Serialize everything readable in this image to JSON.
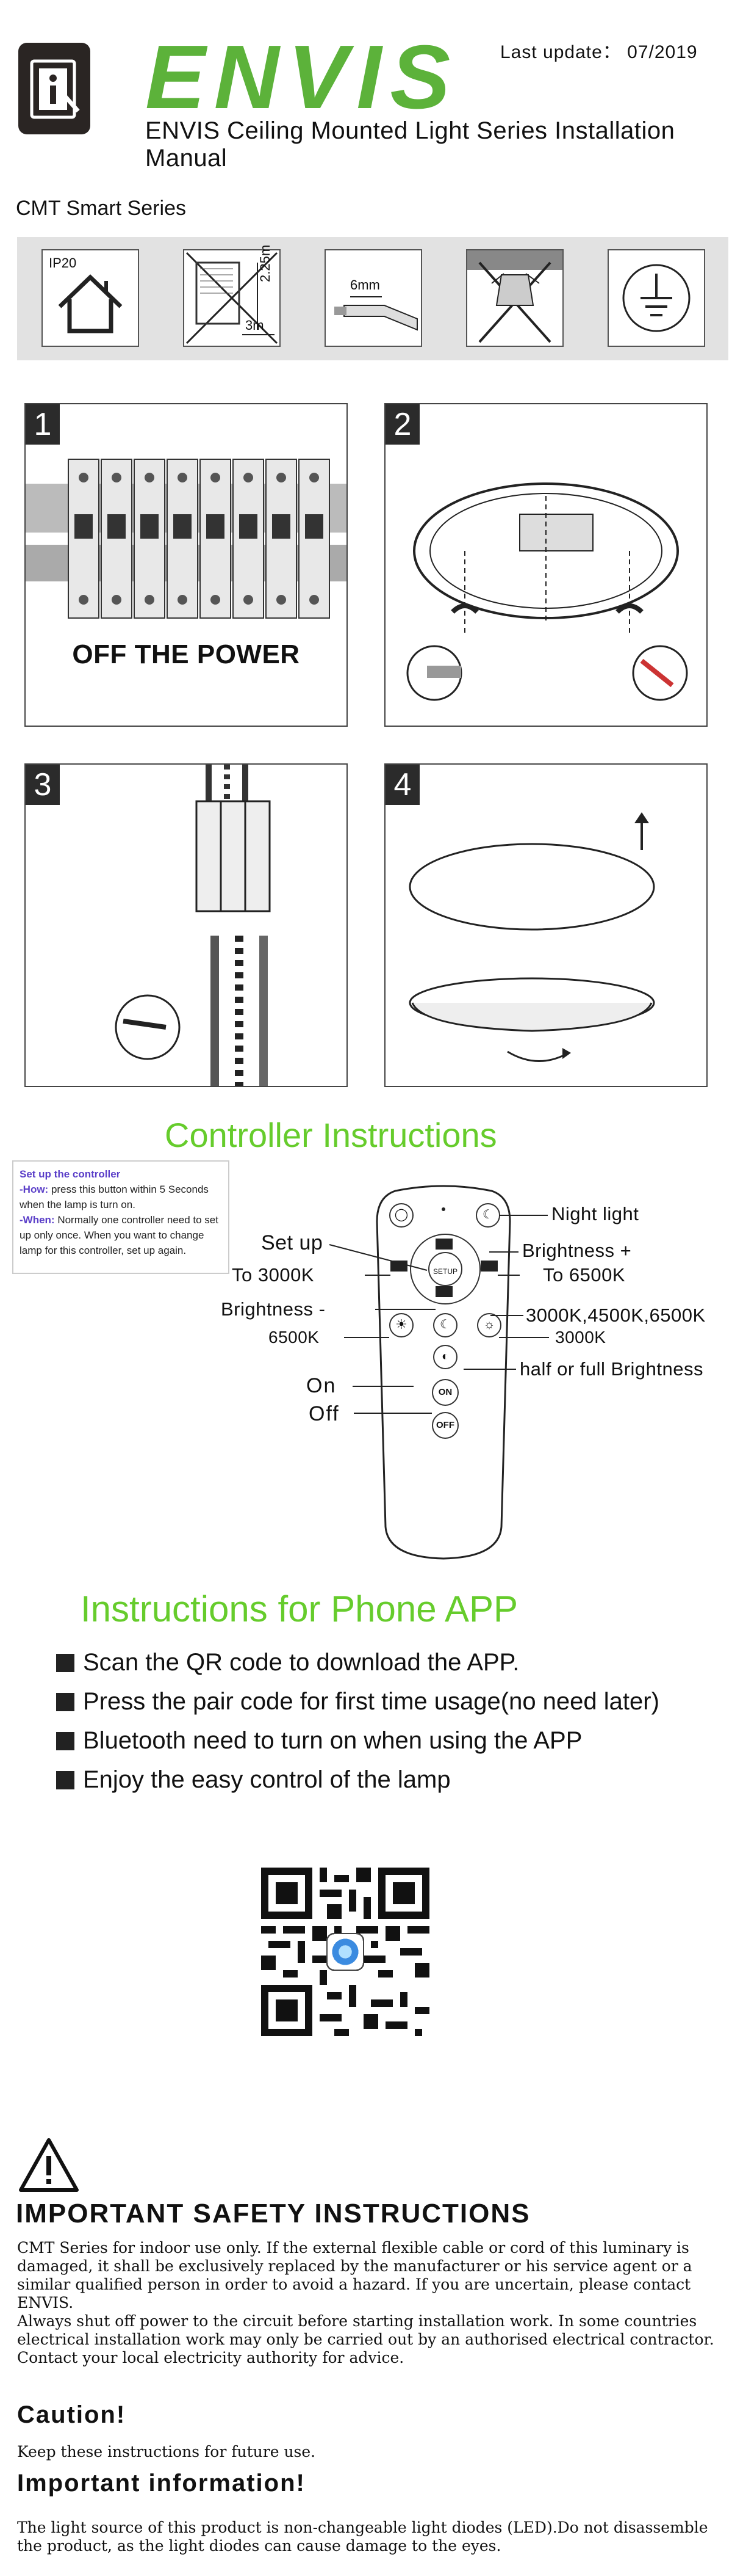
{
  "header": {
    "brand": "ENVIS",
    "last_update": "Last update： 07/2019",
    "manual_title": "ENVIS Ceiling Mounted Light Series Installation Manual"
  },
  "series_title": "CMT Smart Series",
  "icons": {
    "ip_label": "IP20",
    "distance_vertical": "2.25m",
    "distance_horizontal": "3m",
    "wire_strip": "6mm"
  },
  "steps": {
    "one": {
      "number": "1",
      "caption": "OFF THE POWER"
    },
    "two": {
      "number": "2"
    },
    "three": {
      "number": "3"
    },
    "four": {
      "number": "4"
    }
  },
  "controller": {
    "title": "Controller Instructions",
    "setup_note": {
      "heading": "Set up the controller",
      "how_label": "-How:",
      "how_text": " press this button within 5 Seconds when the lamp is turn on.",
      "when_label": "-When:",
      "when_text": " Normally one controller need to set up only once.  When you want to change lamp for this controller, set up again."
    },
    "labels": {
      "set_up": "Set up",
      "to_3000k": "To 3000K",
      "brightness_minus": "Brightness -",
      "k6500": "6500K",
      "on": "On",
      "off": "Off",
      "night_light": "Night light",
      "brightness_plus": "Brightness +",
      "to_6500k": "To 6500K",
      "cct_cycle": "3000K,4500K,6500K",
      "k3000": "3000K",
      "half_full": "half or full Brightness"
    },
    "remote_buttons": {
      "setup": "SETUP",
      "on": "ON",
      "off": "OFF"
    }
  },
  "app": {
    "title": "Instructions for Phone APP",
    "bullets": [
      "Scan the QR code to download the APP.",
      "Press the pair code for first time usage(no need later)",
      "Bluetooth need to turn on when using the APP",
      "Enjoy the easy control of the lamp"
    ]
  },
  "safety": {
    "heading": "IMPORTANT SAFETY INSTRUCTIONS",
    "p1": "CMT Series for indoor use only. If the external flexible cable or cord of this luminary is damaged, it shall be exclusively replaced by the manufacturer or his service agent or a similar qualified person in order to avoid a hazard. If you are uncertain, please contact ENVIS.",
    "p2": "Always shut off power to the circuit before starting installation work. In some countries electrical installation work may only be carried out by an authorised electrical contractor. Contact your local electricity authority for advice.",
    "caution_heading": "Caution!",
    "caution_text": "Keep these instructions for future use.",
    "important_heading": "Important information!",
    "important_text": "The light source of this product is non-changeable light diodes (LED).Do not disassemble the product, as the light diodes can cause damage to the eyes."
  },
  "colors": {
    "brand_green": "#5cb23a",
    "title_green": "#66cc2c",
    "note_purple": "#5a3ec8"
  }
}
